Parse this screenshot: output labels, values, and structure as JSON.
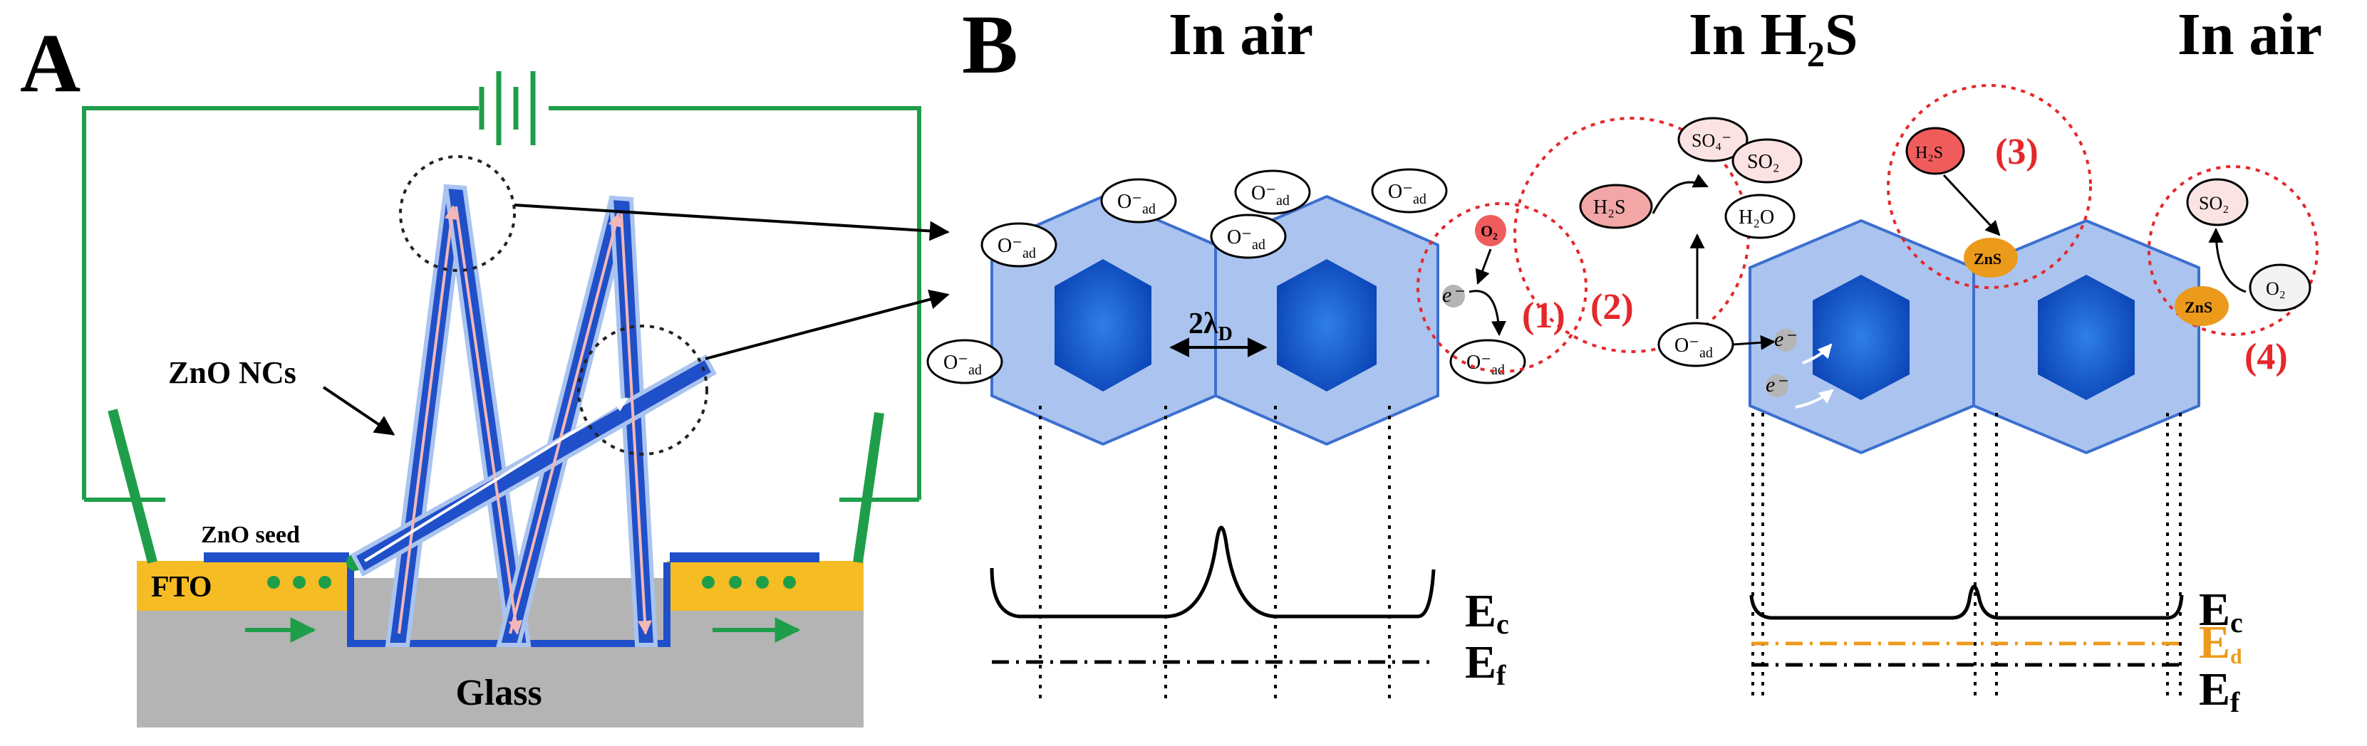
{
  "panels": {
    "a_label": "A",
    "b_label": "B"
  },
  "panel_a": {
    "zno_ncs": "ZnO NCs",
    "zno_seed": "ZnO seed",
    "fto": "FTO",
    "glass": "Glass"
  },
  "panel_b": {
    "title_air_left": "In air",
    "title_h2s": "In H₂S",
    "title_air_right": "In air",
    "species": {
      "o_ad": "O⁻",
      "o_ad_sub": "ad",
      "o2": "O₂",
      "h2s": "H₂S",
      "so4": "SO₄⁻",
      "so2": "SO₂",
      "h2o": "H₂O",
      "zns": "ZnS",
      "electron": "e⁻",
      "debye": "2λ",
      "debye_sub": "D"
    },
    "steps": [
      "(1)",
      "(2)",
      "(3)",
      "(4)"
    ],
    "bands": {
      "ec": "E",
      "ec_sub": "c",
      "ef": "E",
      "ef_sub": "f",
      "ed": "E",
      "ed_sub": "d"
    }
  },
  "colors": {
    "circuit_green": "#1f9e4a",
    "nc_blue": "#1f4fc9",
    "hex_light": "#aac4ef",
    "hex_dark": "#1d5cc8",
    "fto_yellow": "#f6bc23",
    "glass_gray": "#b4b4b4",
    "red_circle": "#e4282b",
    "orange_zns": "#ec9a1c",
    "ed_orange": "#ec9a1c"
  }
}
